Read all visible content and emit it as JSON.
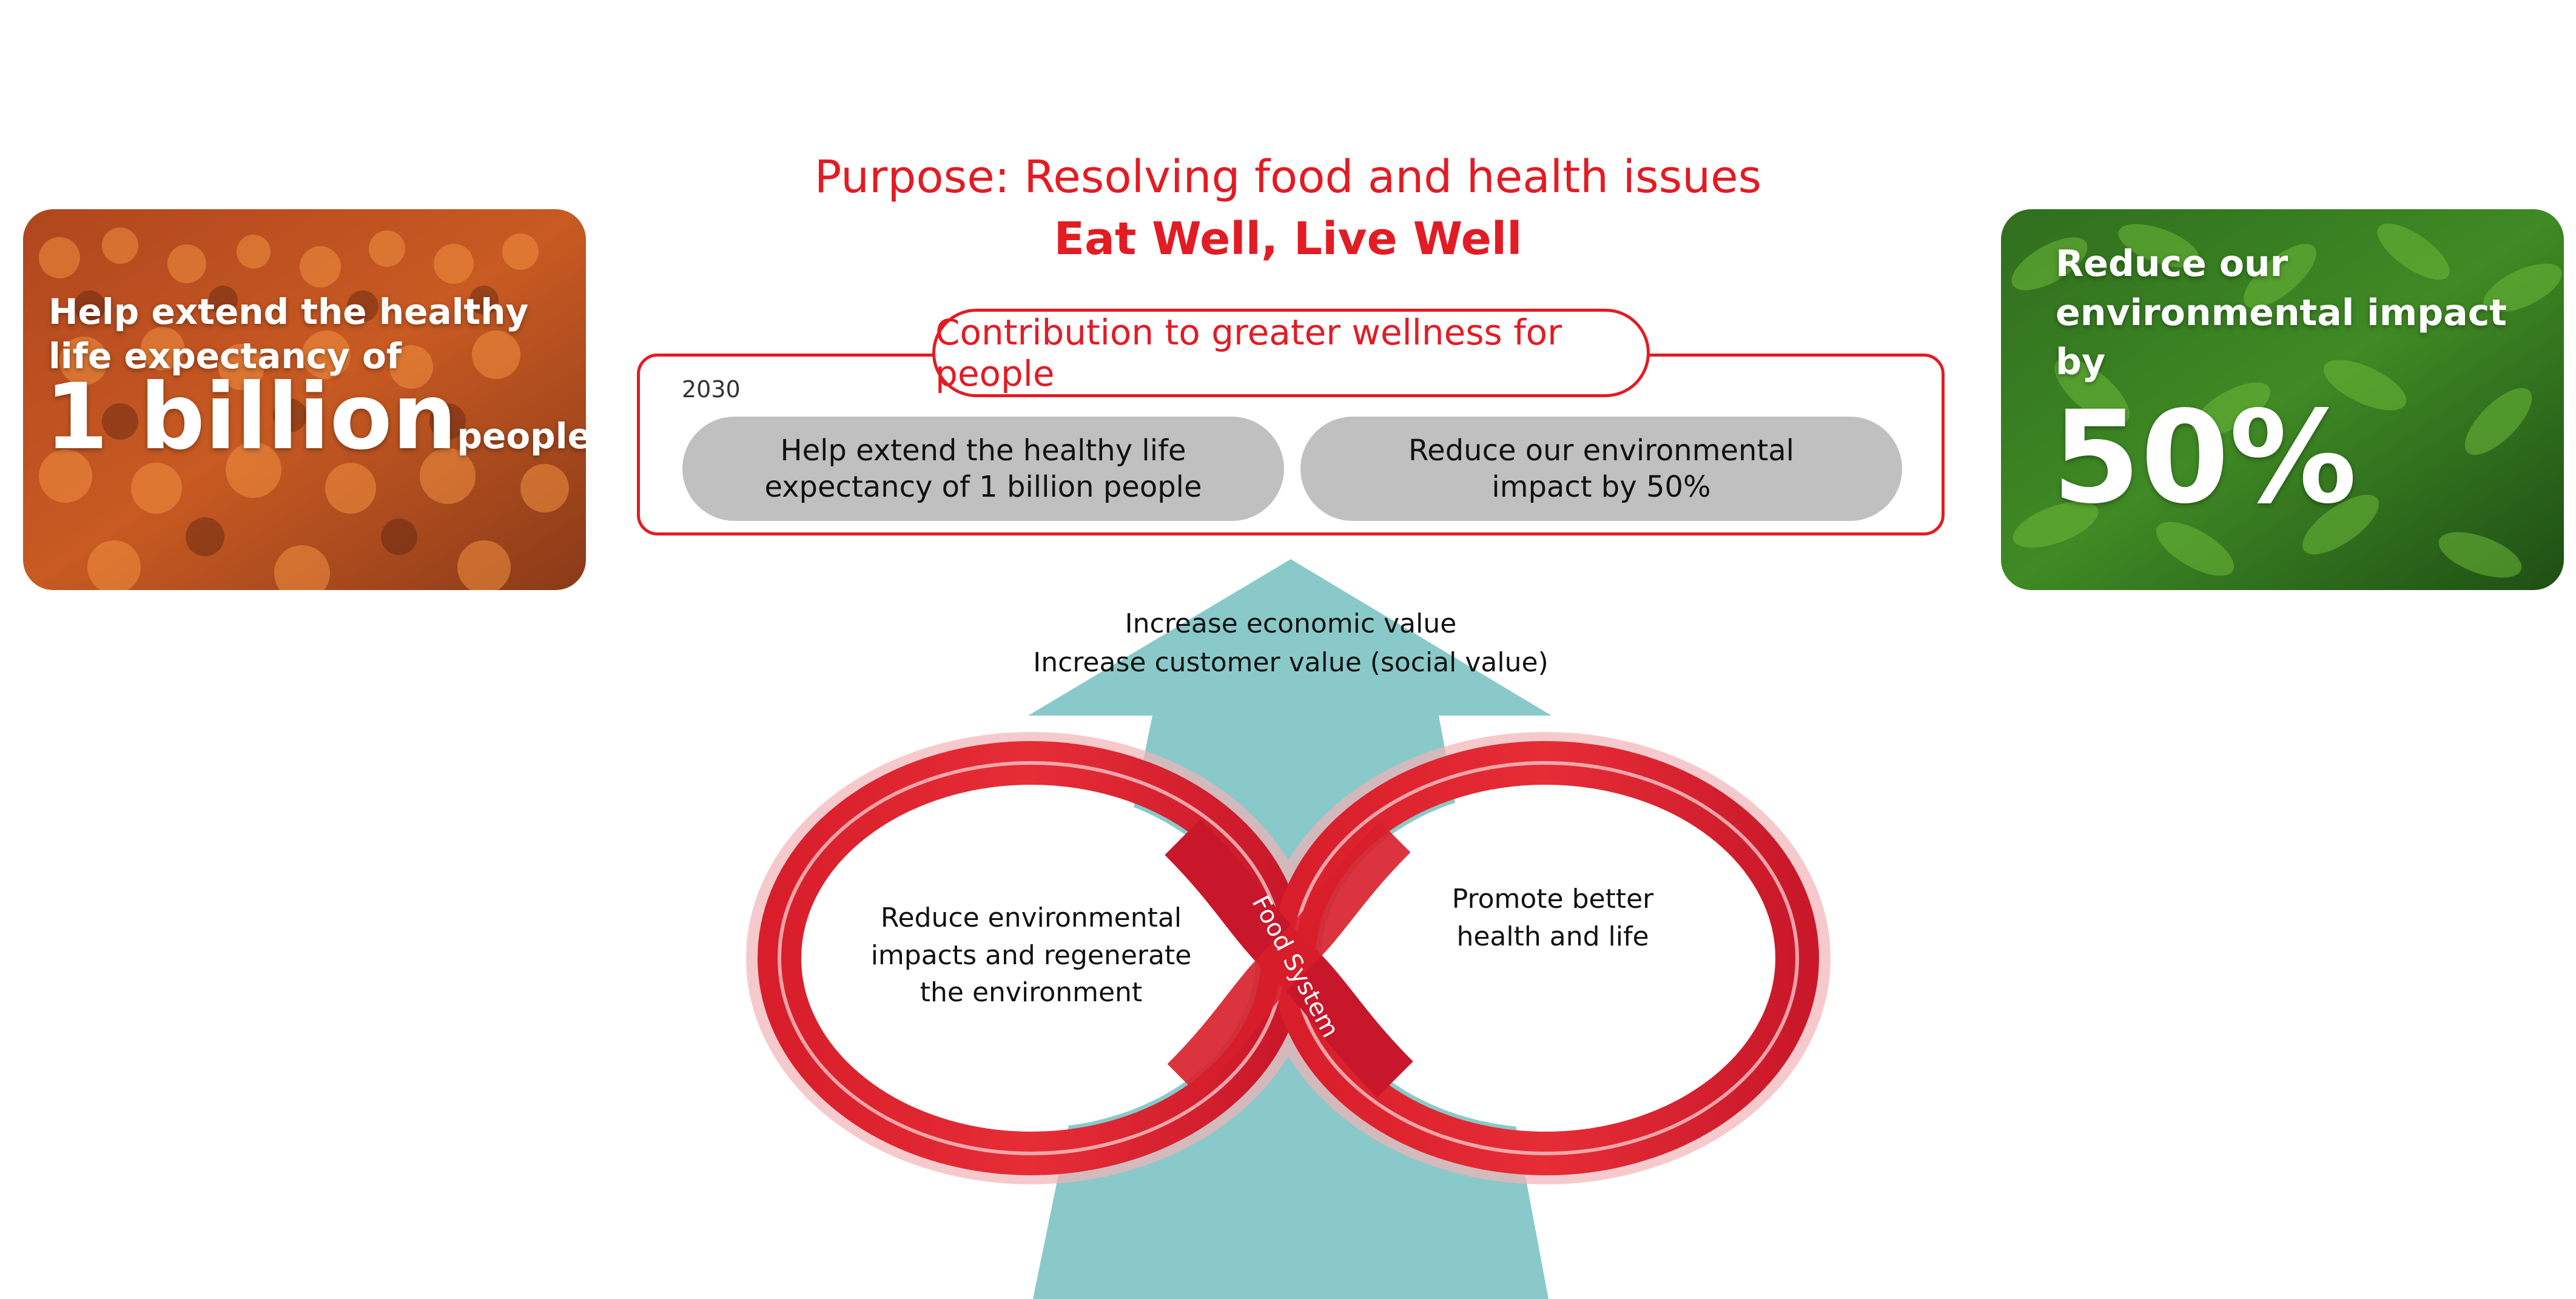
{
  "header": {
    "purpose": "Purpose: Resolving food and health issues",
    "tagline": "Eat Well, Live Well"
  },
  "left_card": {
    "line1": "Help extend the healthy",
    "line2": "life expectancy of",
    "big": "1 billion",
    "small": "people"
  },
  "right_card": {
    "line1": "Reduce our",
    "line2": "environmental impact",
    "line3": "by",
    "big": "50%"
  },
  "goals": {
    "title": "Contribution to greater wellness for people",
    "year": "2030",
    "targets": [
      {
        "line1": "Help extend the healthy life",
        "line2": "expectancy of 1 billion people"
      },
      {
        "line1": "Reduce our environmental",
        "line2": "impact by 50%"
      }
    ]
  },
  "arrow": {
    "line1": "Increase economic value",
    "line2": "Increase customer value (social value)"
  },
  "loop": {
    "center_label": "Food System",
    "left": [
      "Reduce environmental",
      "impacts and regenerate",
      "the environment"
    ],
    "right": [
      "Promote better",
      "health and life"
    ]
  },
  "colors": {
    "accent_red": "#e31b23",
    "arrow_teal": "#8ac9c9",
    "pill_gray": "#c0c0c0"
  }
}
